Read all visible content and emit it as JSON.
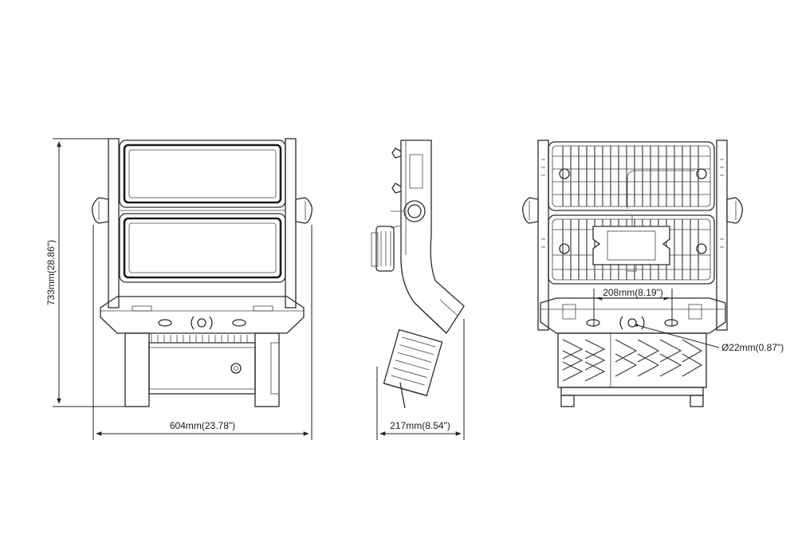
{
  "dimensions": {
    "height": "733mm(28.86\")",
    "width": "604mm(23.78\")",
    "depth": "217mm(8.54\")",
    "bracket_spacing": "208mm(8.19\")",
    "hole_diameter": "Ø22mm(0.87\")"
  },
  "colors": {
    "line": "#2b2b2b",
    "background": "#ffffff"
  }
}
